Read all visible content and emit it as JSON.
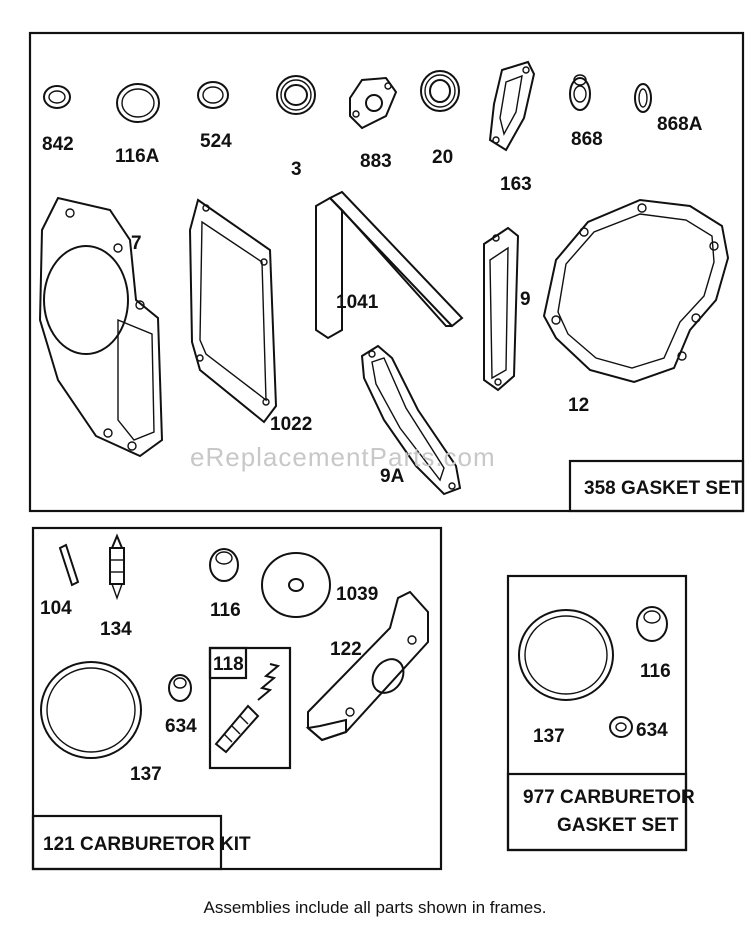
{
  "watermark": "eReplacementParts.com",
  "caption": "Assemblies include all parts shown in frames.",
  "frames": {
    "gasket_set": "358 GASKET SET",
    "carburetor_kit": "121 CARBURETOR KIT",
    "carburetor_gasket_set_line1": "977 CARBURETOR",
    "carburetor_gasket_set_line2": "GASKET SET",
    "sub_118": "118"
  },
  "parts": {
    "p842": "842",
    "p116a": "116A",
    "p524": "524",
    "p3": "3",
    "p883": "883",
    "p20": "20",
    "p163": "163",
    "p868": "868",
    "p868a": "868A",
    "p7": "7",
    "p1022": "1022",
    "p1041": "1041",
    "p9": "9",
    "p9a": "9A",
    "p12": "12",
    "p104": "104",
    "p134": "134",
    "p116": "116",
    "p1039": "1039",
    "p122": "122",
    "p137": "137",
    "p634": "634",
    "p977_137": "137",
    "p977_116": "116",
    "p977_634": "634"
  }
}
